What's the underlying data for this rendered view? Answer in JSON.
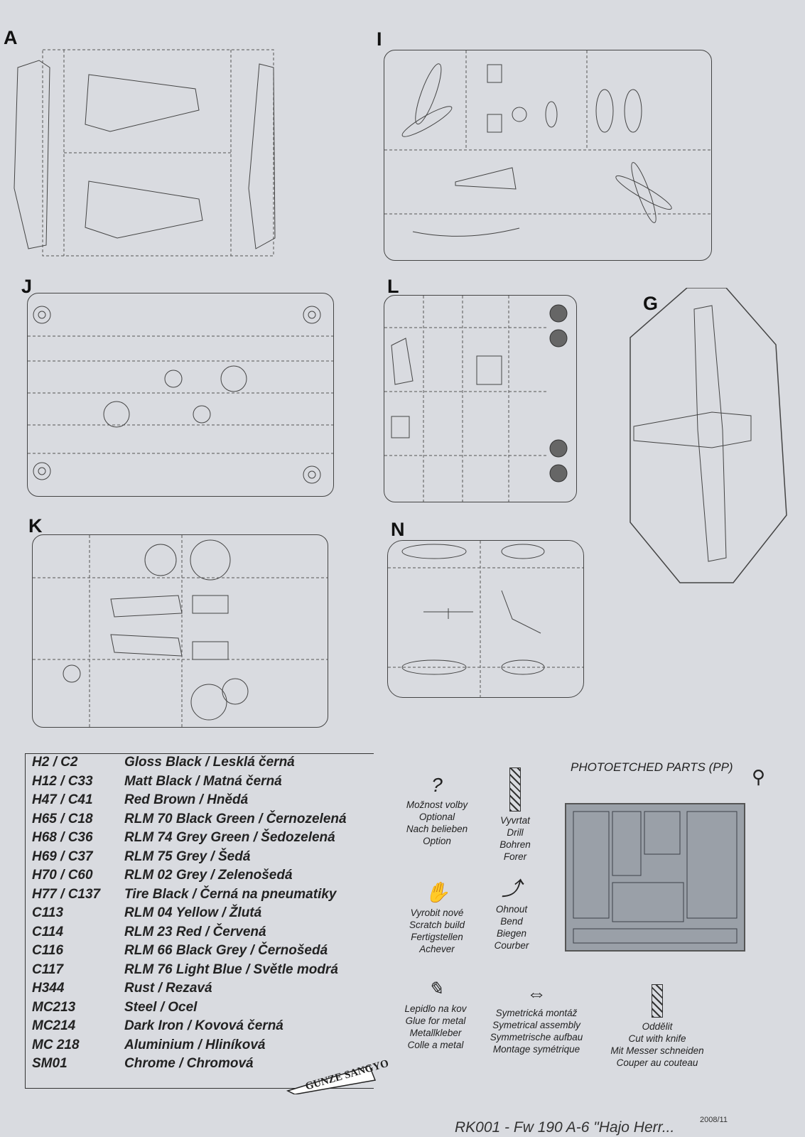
{
  "sprues": [
    "A",
    "I",
    "J",
    "L",
    "G",
    "K",
    "N"
  ],
  "paints": [
    {
      "code": "H2 / C2",
      "name": "Gloss Black / Lesklá černá"
    },
    {
      "code": "H12 / C33",
      "name": "Matt Black / Matná černá"
    },
    {
      "code": "H47 / C41",
      "name": "Red Brown / Hnědá"
    },
    {
      "code": "H65 / C18",
      "name": "RLM 70 Black Green / Černozelená"
    },
    {
      "code": "H68 / C36",
      "name": "RLM 74 Grey Green / Šedozelená"
    },
    {
      "code": "H69 / C37",
      "name": "RLM 75 Grey / Šedá"
    },
    {
      "code": "H70 / C60",
      "name": "RLM 02 Grey / Zelenošedá"
    },
    {
      "code": "H77 / C137",
      "name": "Tire Black / Černá na pneumatiky"
    },
    {
      "code": "C113",
      "name": "RLM 04 Yellow / Žlutá"
    },
    {
      "code": "C114",
      "name": "RLM 23  Red / Červená"
    },
    {
      "code": "C116",
      "name": "RLM 66 Black Grey / Černošedá"
    },
    {
      "code": "C117",
      "name": "RLM 76 Light Blue / Světle modrá"
    },
    {
      "code": "H344",
      "name": "Rust / Rezavá"
    },
    {
      "code": "MC213",
      "name": "Steel / Ocel"
    },
    {
      "code": "MC214",
      "name": "Dark Iron / Kovová černá"
    },
    {
      "code": "MC 218",
      "name": "Aluminium / Hliníková"
    },
    {
      "code": "SM01",
      "name": "Chrome / Chromová"
    }
  ],
  "symbols": {
    "optional": [
      "Možnost volby",
      "Optional",
      "Nach belieben",
      "Option"
    ],
    "drill": [
      "Vyvrtat",
      "Drill",
      "Bohren",
      "Forer"
    ],
    "scratch": [
      "Vyrobit nové",
      "Scratch build",
      "Fertigstellen",
      "Achever"
    ],
    "bend": [
      "Ohnout",
      "Bend",
      "Biegen",
      "Courber"
    ],
    "glue": [
      "Lepidlo na kov",
      "Glue for metal",
      "Metallkleber",
      "Colle a metal"
    ],
    "symmetric": [
      "Symetrická montáž",
      "Symetrical assembly",
      "Symmetrische aufbau",
      "Montage symétrique"
    ],
    "cut": [
      "Oddělit",
      "Cut with knife",
      "Mit Messer schneiden",
      "Couper au couteau"
    ]
  },
  "photoetched_title": "PHOTOETCHED PARTS (PP)",
  "brand": "GUNZE SANGYO",
  "footer": "RK001 - Fw 190 A-6 \"Hajo Herr...",
  "date": "2008/11"
}
